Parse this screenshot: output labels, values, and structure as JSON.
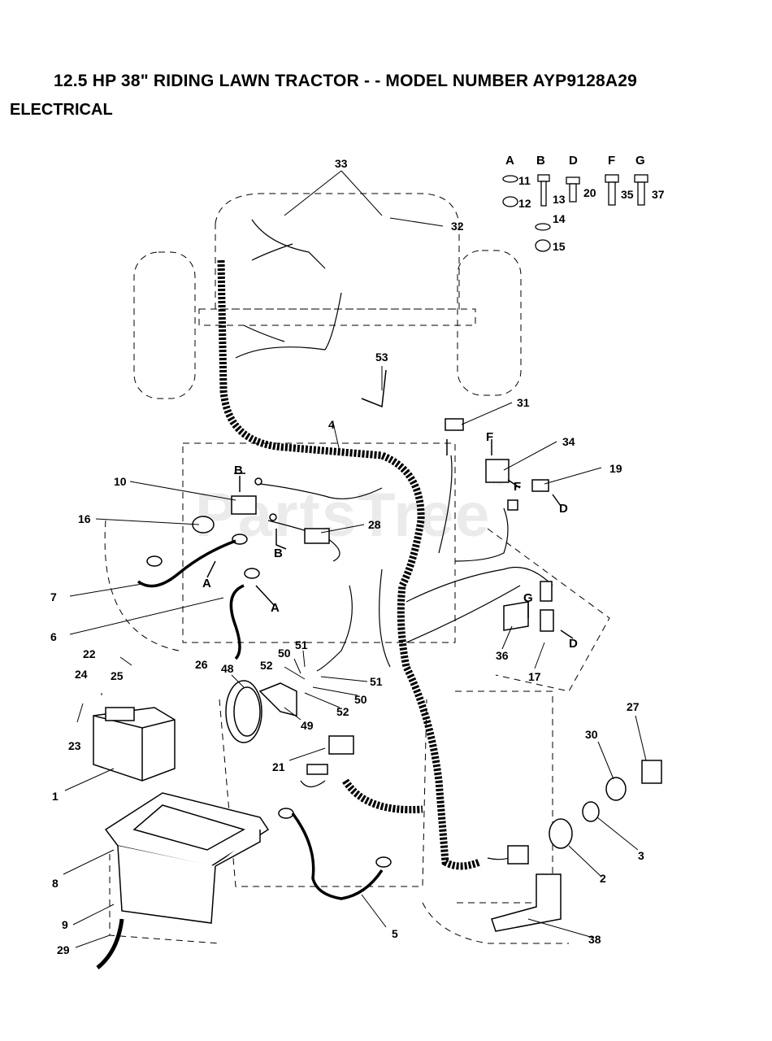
{
  "header": {
    "title": "12.5 HP 38\" RIDING LAWN TRACTOR - - MODEL NUMBER AYP9128A29",
    "subtitle": "ELECTRICAL"
  },
  "watermark": {
    "text": "PartsTree",
    "trademark": "™"
  },
  "hardware_legend": {
    "letters": [
      "A",
      "B",
      "D",
      "F",
      "G"
    ],
    "numbers": [
      "11",
      "12",
      "13",
      "14",
      "15",
      "20",
      "35",
      "37"
    ]
  },
  "part_labels": [
    "1",
    "2",
    "3",
    "4",
    "5",
    "6",
    "7",
    "8",
    "9",
    "10",
    "16",
    "17",
    "19",
    "21",
    "22",
    "23",
    "24",
    "25",
    "26",
    "27",
    "28",
    "29",
    "30",
    "31",
    "32",
    "33",
    "34",
    "36",
    "38",
    "48",
    "49",
    "50",
    "51",
    "52",
    "53"
  ],
  "callout_letters": [
    "A",
    "B",
    "D",
    "F",
    "G"
  ],
  "colors": {
    "ink": "#000000",
    "paper": "#ffffff",
    "watermark": "#cccccc"
  }
}
